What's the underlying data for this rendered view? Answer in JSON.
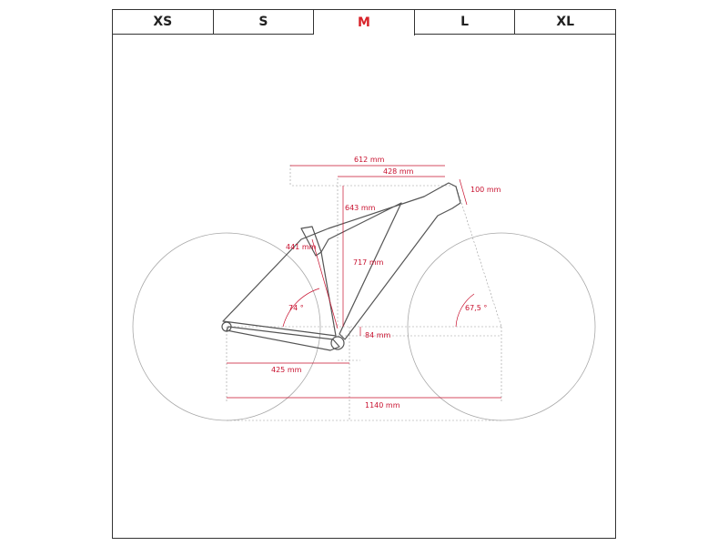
{
  "size_tabs": [
    {
      "label": "XS",
      "active": false
    },
    {
      "label": "S",
      "active": false
    },
    {
      "label": "M",
      "active": true
    },
    {
      "label": "L",
      "active": false
    },
    {
      "label": "XL",
      "active": false
    }
  ],
  "geometry": {
    "reach": "428 mm",
    "stack_top_tube_horizontal": "612 mm",
    "head_tube_length": "100 mm",
    "seat_tube_length": "643 mm",
    "seat_tube_to_toptube": "441 mm",
    "stack": "717 mm",
    "seat_angle": "74 °",
    "head_angle": "67,5 °",
    "bb_drop": "84 mm",
    "chainstay": "425 mm",
    "wheelbase": "1140 mm"
  },
  "colors": {
    "accent": "#d8232a",
    "dimension": "#c8102e",
    "frame": "#555555",
    "wheel": "#9a9a9a"
  }
}
